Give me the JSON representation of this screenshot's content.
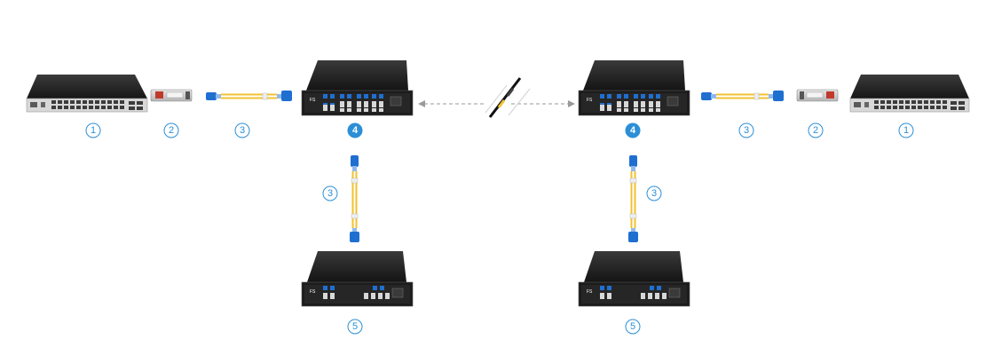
{
  "labels": {
    "switch": "1",
    "transceiver": "2",
    "patch_cable": "3",
    "mux_demux": "4",
    "add_drop": "5"
  },
  "colors": {
    "accent": "#2c8fd6",
    "fiber_yellow": "#f2c230",
    "connector_blue": "#1f6fd1",
    "chassis_dark": "#2a2a2a",
    "link_gray": "#9a9a9a"
  },
  "icons": {
    "switch": "network-switch-icon",
    "transceiver": "sfp-transceiver-icon",
    "patch_cable": "lc-patch-cable-icon",
    "mux": "cwdm-mux-demux-icon",
    "add_drop": "oadm-module-icon",
    "fiber": "fiber-cable-icon"
  }
}
